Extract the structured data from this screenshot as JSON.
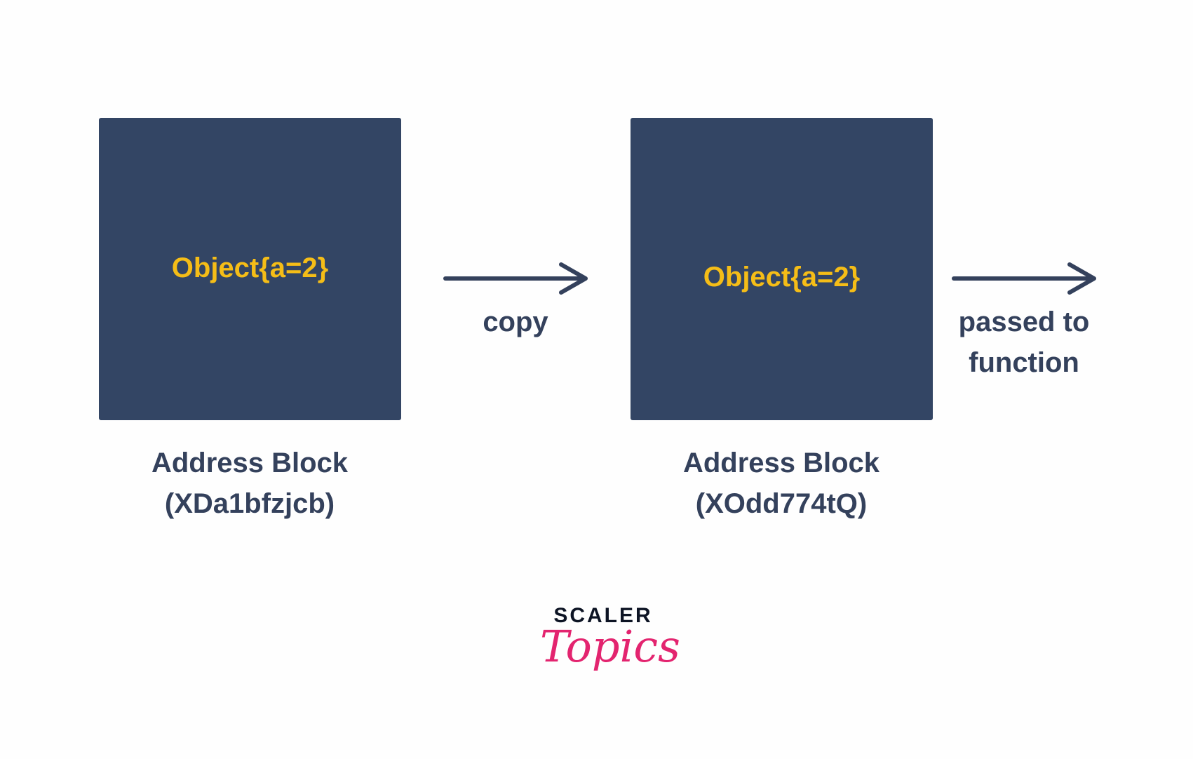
{
  "diagram": {
    "blocks": [
      {
        "content": "Object{a=2}",
        "caption_line1": "Address Block",
        "caption_line2": "(XDa1bfzjcb)"
      },
      {
        "content": "Object{a=2}",
        "caption_line1": "Address Block",
        "caption_line2": "(XOdd774tQ)"
      }
    ],
    "arrows": [
      {
        "label_line1": "copy",
        "label_line2": ""
      },
      {
        "label_line1": "passed to",
        "label_line2": "function"
      }
    ]
  },
  "logo": {
    "brand": "SCALER",
    "sub": "Topics"
  },
  "colors": {
    "block_fill": "#334564",
    "block_text": "#f5bd17",
    "label_text": "#34415c",
    "arrow": "#34415c",
    "logo_brand": "#0d1424",
    "logo_sub": "#e3246f"
  }
}
